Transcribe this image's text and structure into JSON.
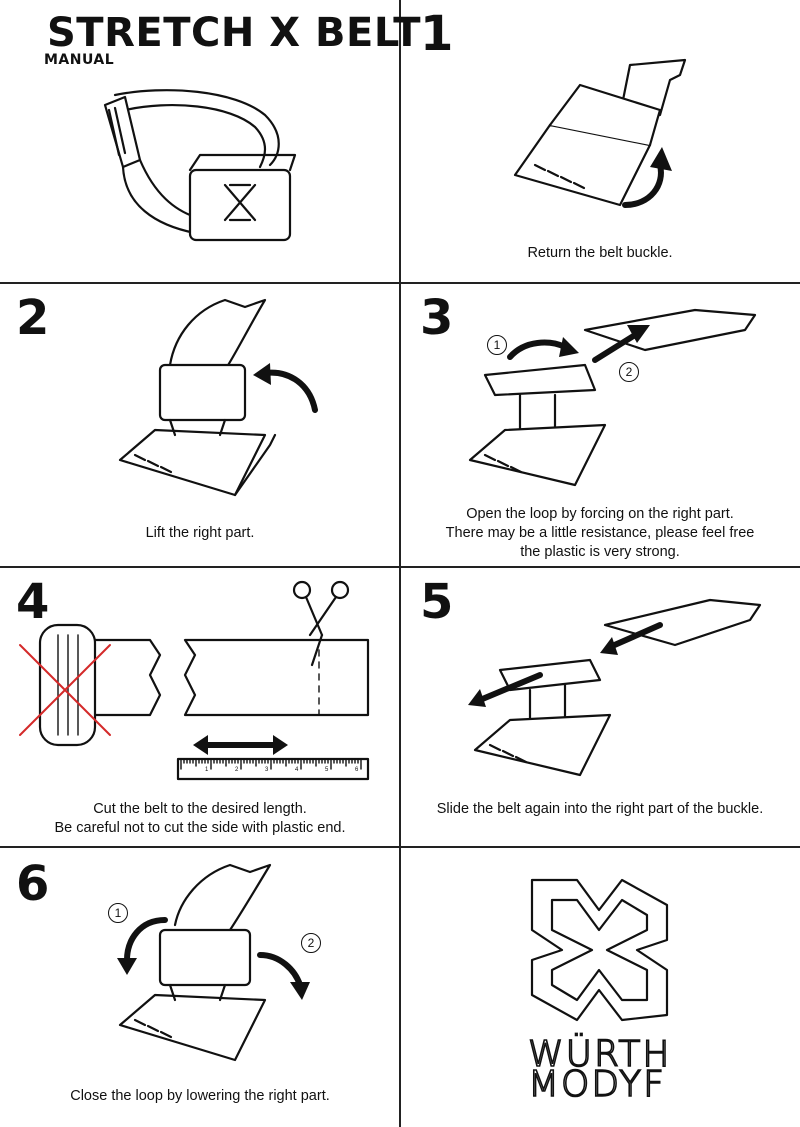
{
  "header": {
    "title": "STRETCH X BELT",
    "subtitle": "MANUAL"
  },
  "steps": [
    {
      "number": "1",
      "caption": [
        "Return the belt buckle."
      ]
    },
    {
      "number": "2",
      "caption": [
        "Lift the right part."
      ]
    },
    {
      "number": "3",
      "caption": [
        "Open the loop by forcing on the right part.",
        "There may be a little resistance, please feel free",
        "the plastic is very strong."
      ],
      "markers": [
        "1",
        "2"
      ]
    },
    {
      "number": "4",
      "caption": [
        "Cut the belt to the desired length.",
        "Be careful not to cut the side with plastic end."
      ],
      "ruler_ticks": [
        "1",
        "2",
        "3",
        "4",
        "5",
        "6"
      ]
    },
    {
      "number": "5",
      "caption": [
        "Slide the belt again into the right part of the buckle."
      ]
    },
    {
      "number": "6",
      "caption": [
        "Close the loop by lowering the right part."
      ],
      "markers": [
        "1",
        "2"
      ]
    }
  ],
  "brand": {
    "line1": "WÜRTH",
    "line2": "MODYF"
  }
}
